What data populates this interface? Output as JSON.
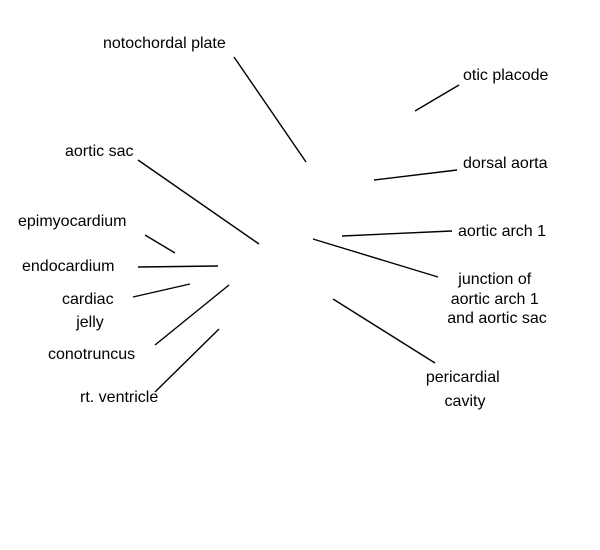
{
  "labels": {
    "notochordal_plate": "notochordal plate",
    "otic_placode": "otic placode",
    "aortic_sac": "aortic sac",
    "dorsal_aorta": "dorsal aorta",
    "epimyocardium": "epimyocardium",
    "aortic_arch_1": "aortic arch 1",
    "endocardium": "endocardium",
    "junction": [
      "junction of",
      "aortic arch 1",
      "and aortic sac"
    ],
    "cardiac_jelly": [
      "cardiac",
      "jelly"
    ],
    "conotruncus": "conotruncus",
    "rt_ventricle": "rt. ventricle",
    "pericardial_cavity": [
      "pericardial",
      "cavity"
    ]
  }
}
